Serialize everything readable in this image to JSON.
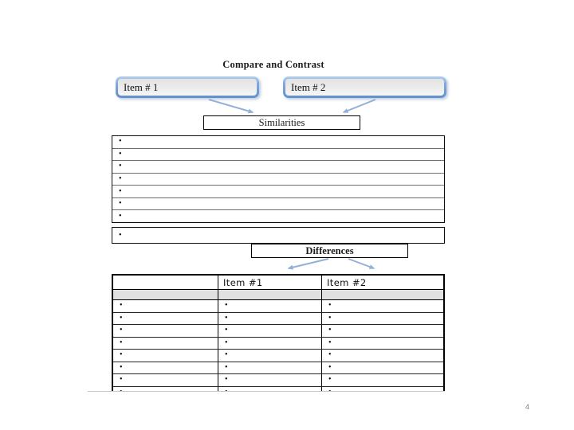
{
  "title": "Compare and Contrast",
  "page_number": "4",
  "items": [
    {
      "label": "Item # 1"
    },
    {
      "label": "Item # 2"
    }
  ],
  "similarities": {
    "label": "Similarities",
    "bullet": "•",
    "bullet_rows": 7,
    "extra_rows": 1
  },
  "differences": {
    "label": "Differences",
    "bullet": "•",
    "columns": [
      "",
      "Item #1",
      "Item #2"
    ],
    "shaded_row": true,
    "bullet_rows": 8
  },
  "colors": {
    "item_box_blue": "#6191c9",
    "item_box_blue_light": "#b3cfee",
    "item_box_fill": "#e8e8e8",
    "arrow_blue": "#94b0d8",
    "shaded_row_gray": "#e0e0e0",
    "border_black": "#000000",
    "page_number_gray": "#7f7f7f"
  }
}
